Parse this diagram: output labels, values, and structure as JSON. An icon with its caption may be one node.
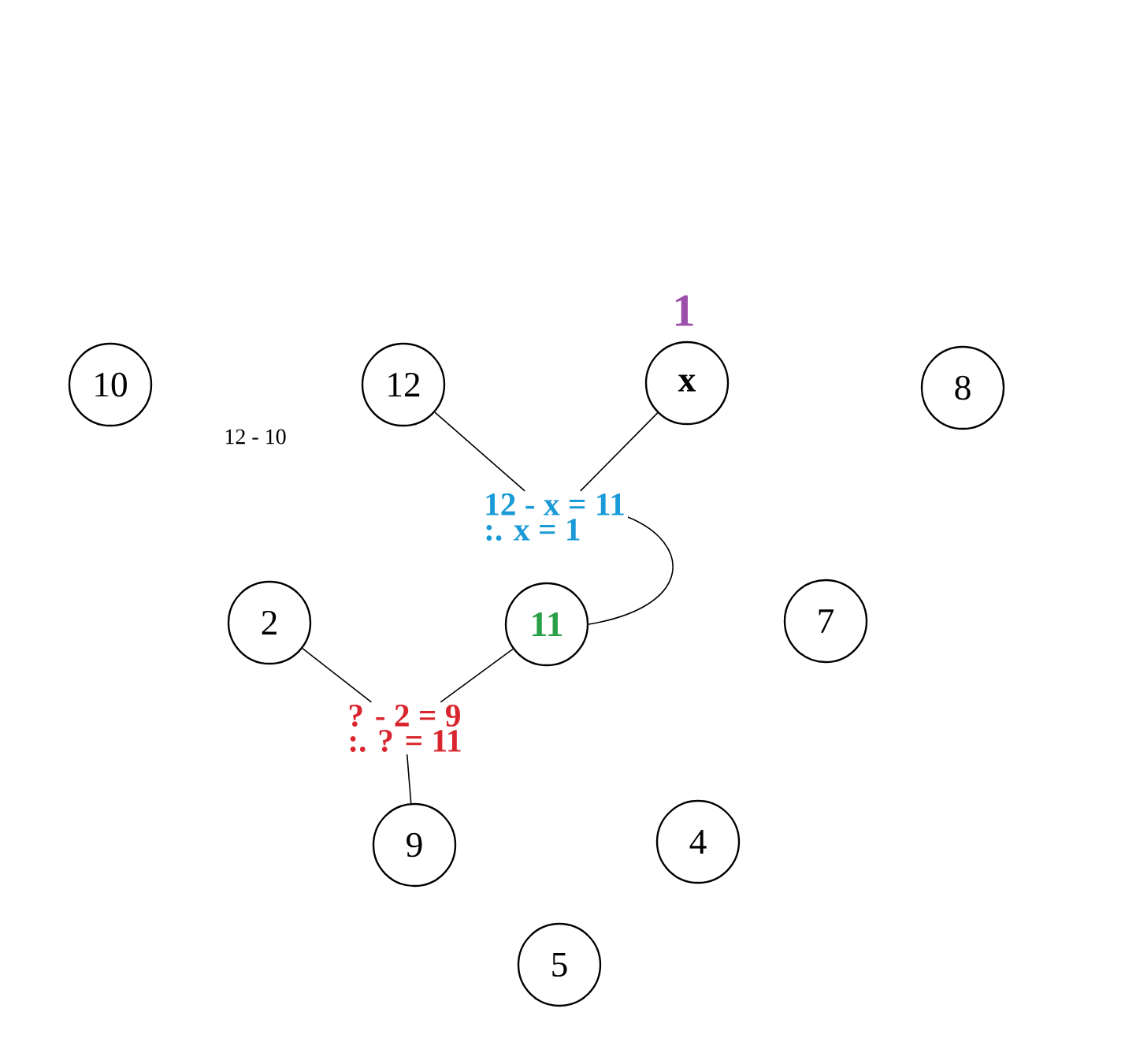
{
  "diagram": {
    "nodes": [
      {
        "text": [
          "10"
        ]
      },
      {
        "text": [
          "12"
        ]
      },
      {
        "text": [
          "x"
        ],
        "beside": [
          "1"
        ]
      },
      {
        "text": [
          "8"
        ]
      },
      {
        "text": [
          "12 - x = 11",
          ":. x = 1"
        ]
      },
      {
        "text": [
          "2"
        ]
      },
      {
        "text": [
          "11"
        ]
      },
      {
        "text": [
          "7"
        ]
      },
      {
        "text": [
          "? - 2 = 9",
          ":. ? = 11"
        ]
      },
      {
        "text": [
          "9"
        ]
      },
      {
        "text": [
          "4"
        ]
      },
      {
        "text": [
          "5"
        ]
      }
    ],
    "edges": [
      {
        "from": 1,
        "to": 4,
        "arrow": "none"
      },
      {
        "from": 2,
        "to": 4,
        "arrow": "none"
      },
      {
        "from": 4,
        "to": 6,
        "arrow": "none"
      },
      {
        "from": 5,
        "to": 8,
        "arrow": "none"
      },
      {
        "from": 6,
        "to": 8,
        "arrow": "none"
      },
      {
        "from": 9,
        "to": 8,
        "arrow": "none"
      }
    ],
    "labels": [
      "12 - 10"
    ]
  }
}
